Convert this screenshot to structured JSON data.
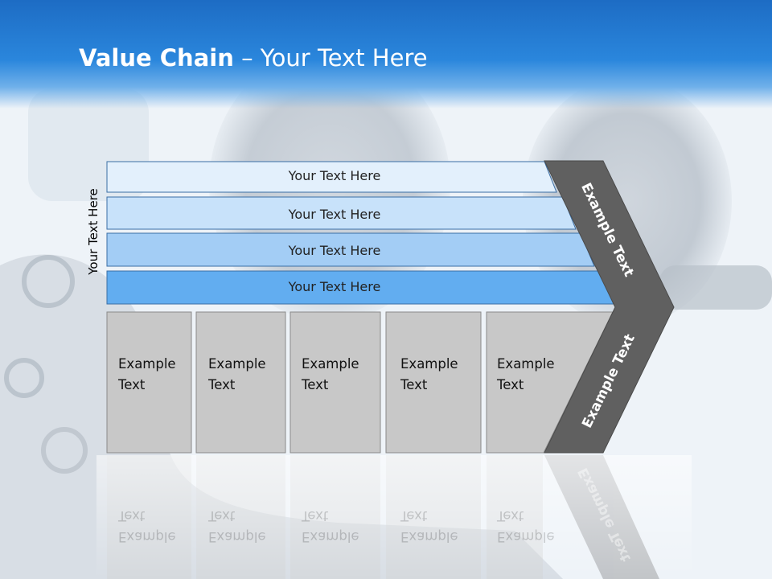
{
  "title": {
    "bold": "Value Chain",
    "rest": " – Your Text Here"
  },
  "side_label": "Your Text Here",
  "rows": [
    {
      "label": "Your Text Here"
    },
    {
      "label": "Your Text Here"
    },
    {
      "label": "Your Text Here"
    },
    {
      "label": "Your Text Here"
    }
  ],
  "cells": [
    {
      "label": "Example\nText"
    },
    {
      "label": "Example\nText"
    },
    {
      "label": "Example\nText"
    },
    {
      "label": "Example\nText"
    },
    {
      "label": "Example\nText"
    }
  ],
  "chevron": {
    "upper": "Example Text",
    "lower": "Example Text"
  },
  "colors": {
    "header": "#1d6cc4",
    "row1": "#e3f0fc",
    "row2": "#c8e2fa",
    "row3": "#a3cdf5",
    "row4": "#62adf0",
    "cell": "#c8c8c8",
    "chevron": "#606060"
  }
}
